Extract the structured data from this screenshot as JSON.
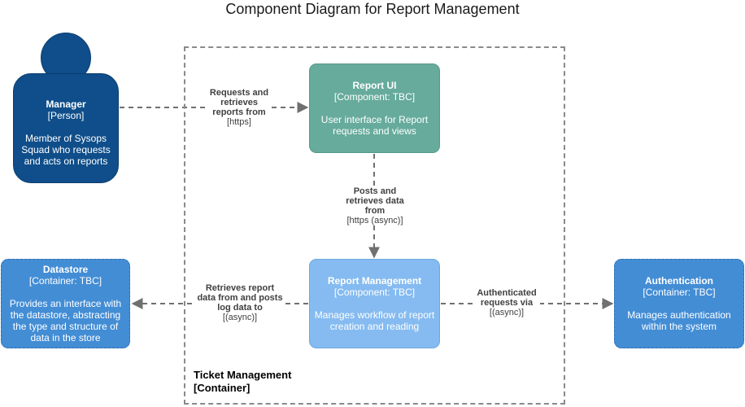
{
  "title": "Component Diagram for Report Management",
  "boundary": {
    "name": "Ticket Management",
    "kind": "[Container]"
  },
  "nodes": {
    "manager": {
      "name": "Manager",
      "kind": "[Person]",
      "description": "Member of Sysops Squad who requests and acts on reports",
      "color": "#0f4e8a"
    },
    "report_ui": {
      "name": "Report UI",
      "kind": "[Component: TBC]",
      "description": "User interface for Report requests and views",
      "color": "#66ab9c"
    },
    "report_management": {
      "name": "Report Management",
      "kind": "[Component: TBC]",
      "description": "Manages workflow of report creation and reading",
      "color": "#85bbf0"
    },
    "datastore": {
      "name": "Datastore",
      "kind": "[Container: TBC]",
      "description": "Provides an interface with the datastore, abstracting the type and structure of data in the store",
      "color": "#438dd5"
    },
    "authentication": {
      "name": "Authentication",
      "kind": "[Container: TBC]",
      "description": "Manages authentication within the system",
      "color": "#438dd5"
    }
  },
  "edges": {
    "manager_to_ui": {
      "label": "Requests and retrieves reports from",
      "technology": "[https]"
    },
    "ui_to_mgmt": {
      "label": "Posts and retrieves data from",
      "technology": "[https (async)]"
    },
    "mgmt_to_datastore": {
      "label": "Retrieves report data from and posts log data to",
      "technology": "[(async)]"
    },
    "mgmt_to_auth": {
      "label": "Authenticated requests via",
      "technology": "[(async)]"
    }
  }
}
